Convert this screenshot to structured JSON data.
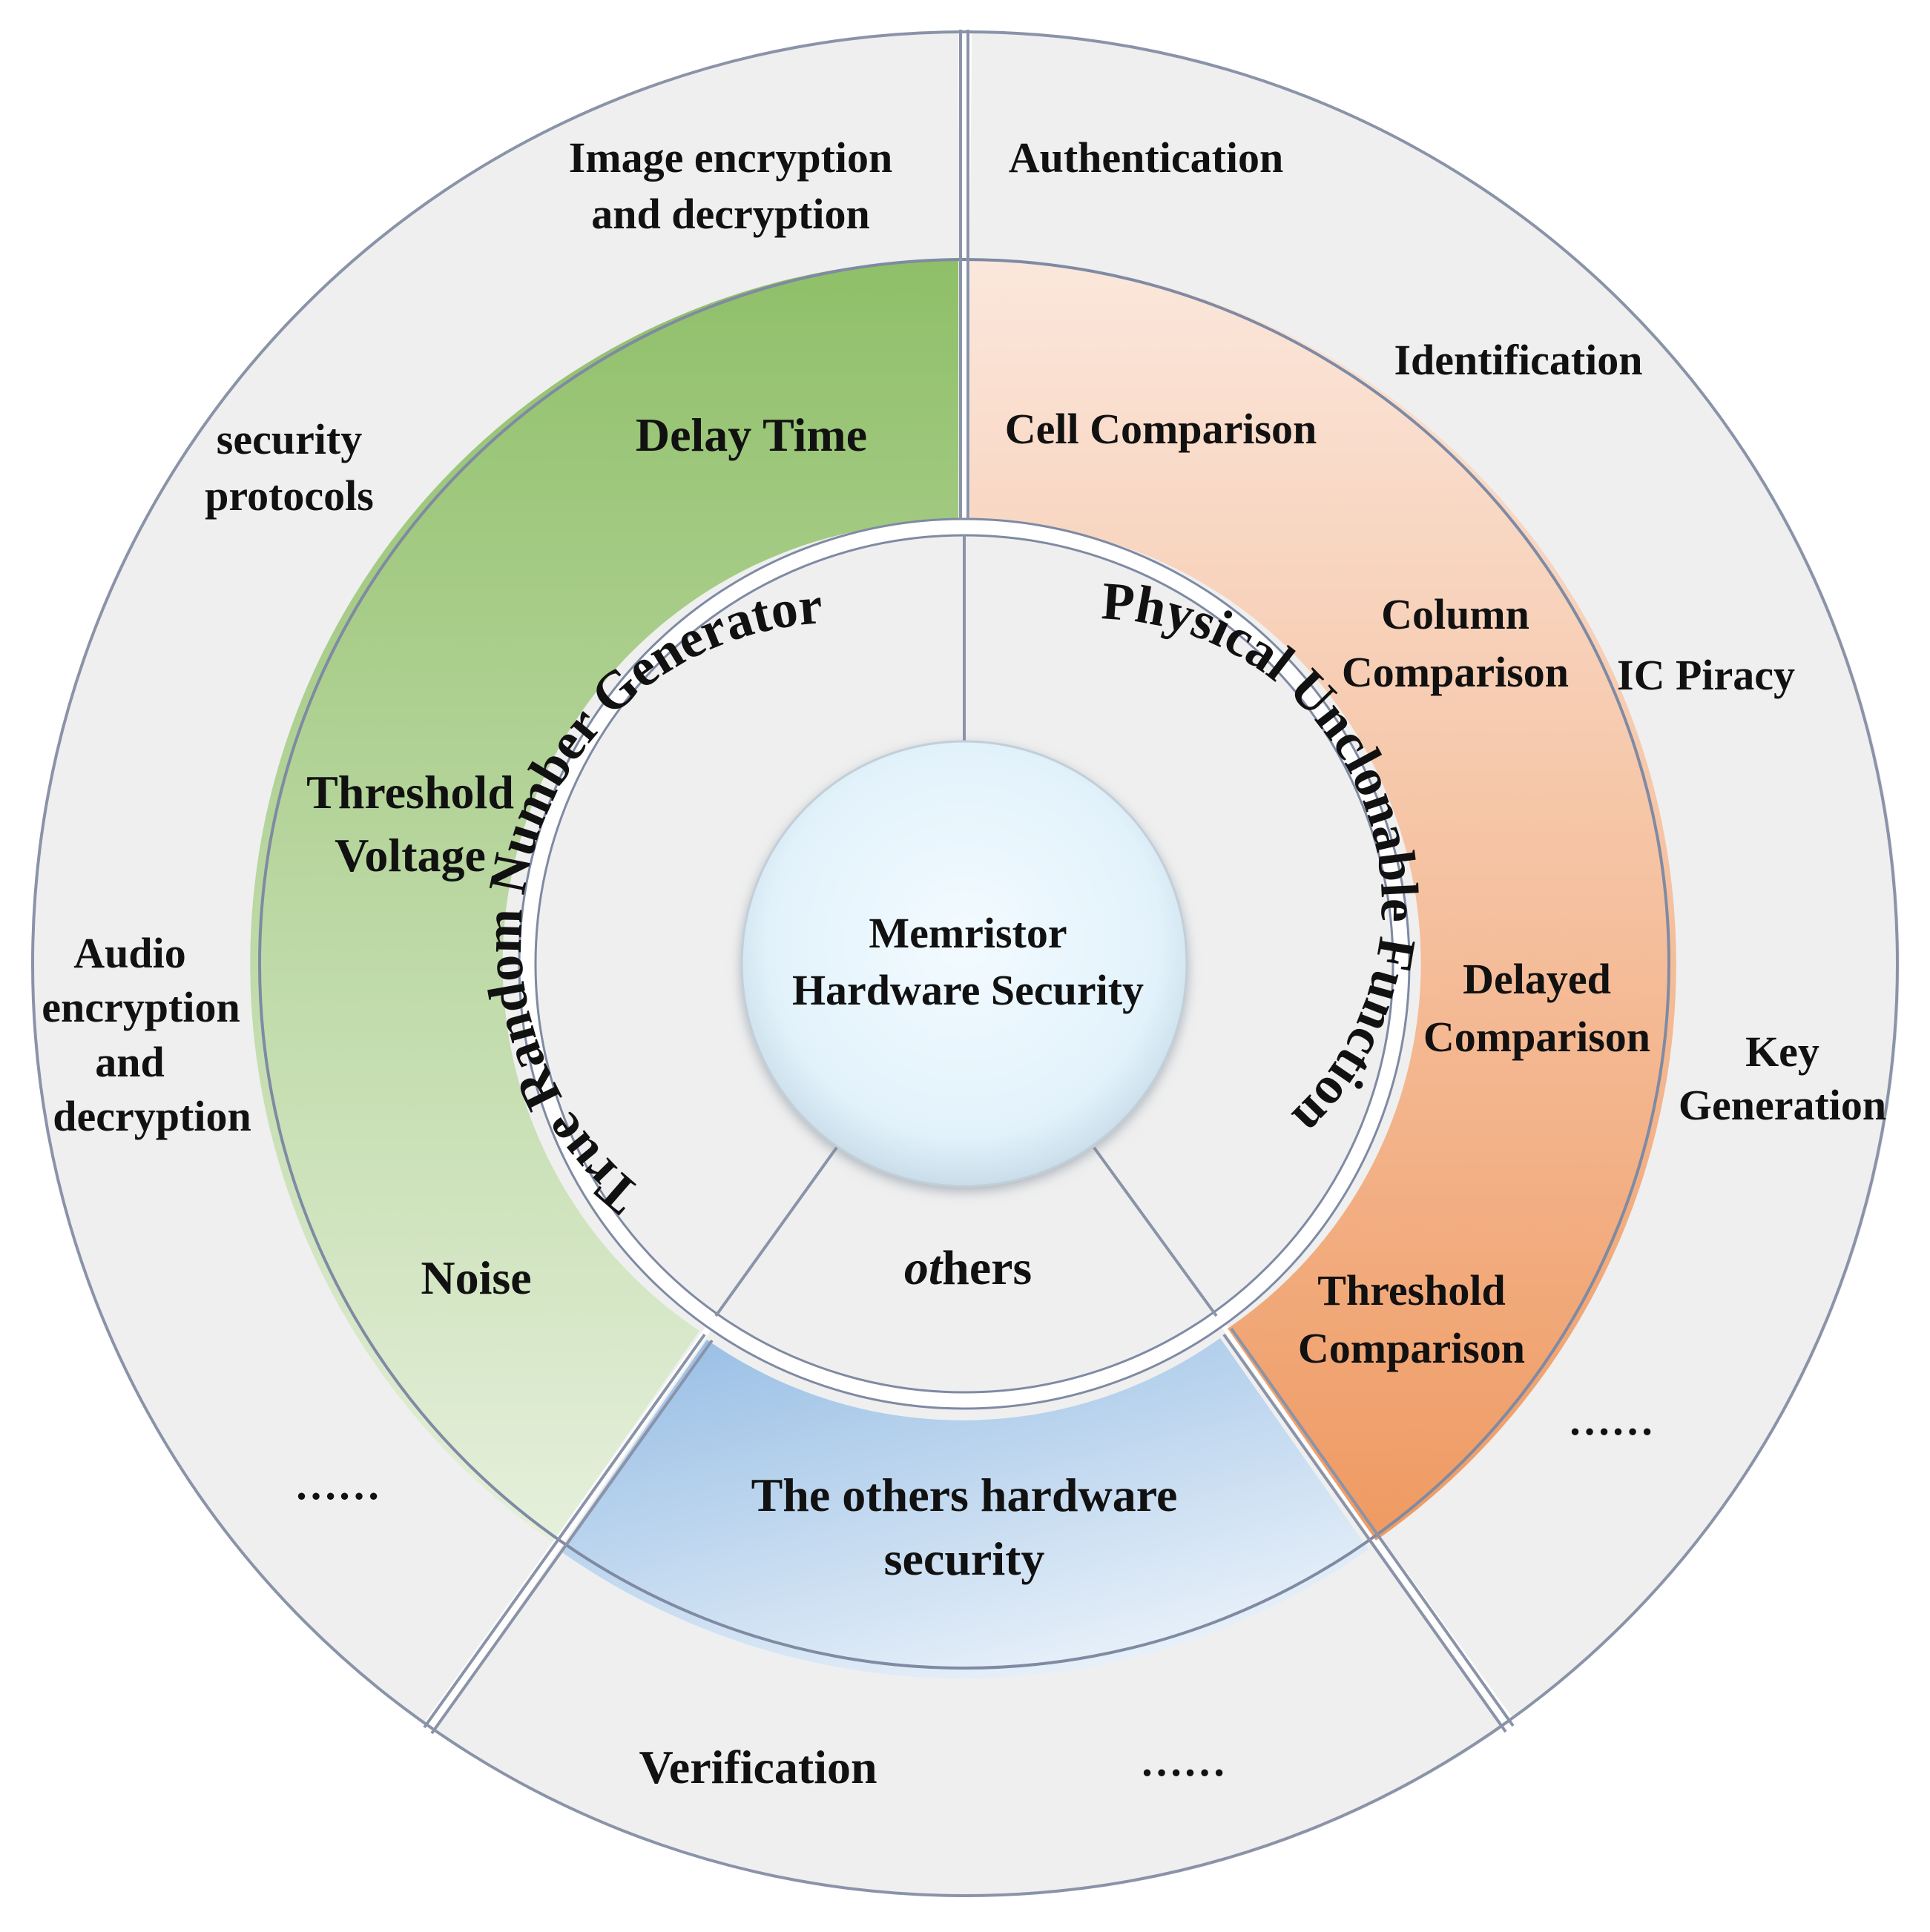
{
  "center": {
    "line1": "Memristor",
    "line2": "Hardware Security"
  },
  "inner_ring": {
    "trng": "True Random Number Generator",
    "puf": "Physical Unclonable Function",
    "others_prefix": "ot",
    "others_suffix": "hers"
  },
  "middle_ring": {
    "trng": {
      "color": "#8fbf68",
      "items": [
        "Delay Time",
        "Threshold",
        "Voltage",
        "Noise"
      ]
    },
    "puf": {
      "color": "#ef9a62",
      "items": [
        "Cell Comparison",
        "Column",
        "Comparison",
        "Delayed",
        "Comparison",
        "Threshold",
        "Comparison"
      ]
    },
    "others": {
      "color": "#9cc1e6",
      "line1": "The others hardware",
      "line2": "security"
    }
  },
  "outer_ring": {
    "left": [
      "Image encryption",
      "and decryption",
      "security",
      "protocols",
      "Audio",
      "encryption",
      "and",
      "decryption",
      "……"
    ],
    "right": [
      "Authentication",
      "Identification",
      "IC Piracy",
      "Key",
      "Generation",
      "……"
    ],
    "bottom": [
      "Verification",
      "……"
    ]
  },
  "colors": {
    "panel_gray": "#efefef",
    "separator": "#8a93a8",
    "center_fill": "#e4f3fb"
  }
}
